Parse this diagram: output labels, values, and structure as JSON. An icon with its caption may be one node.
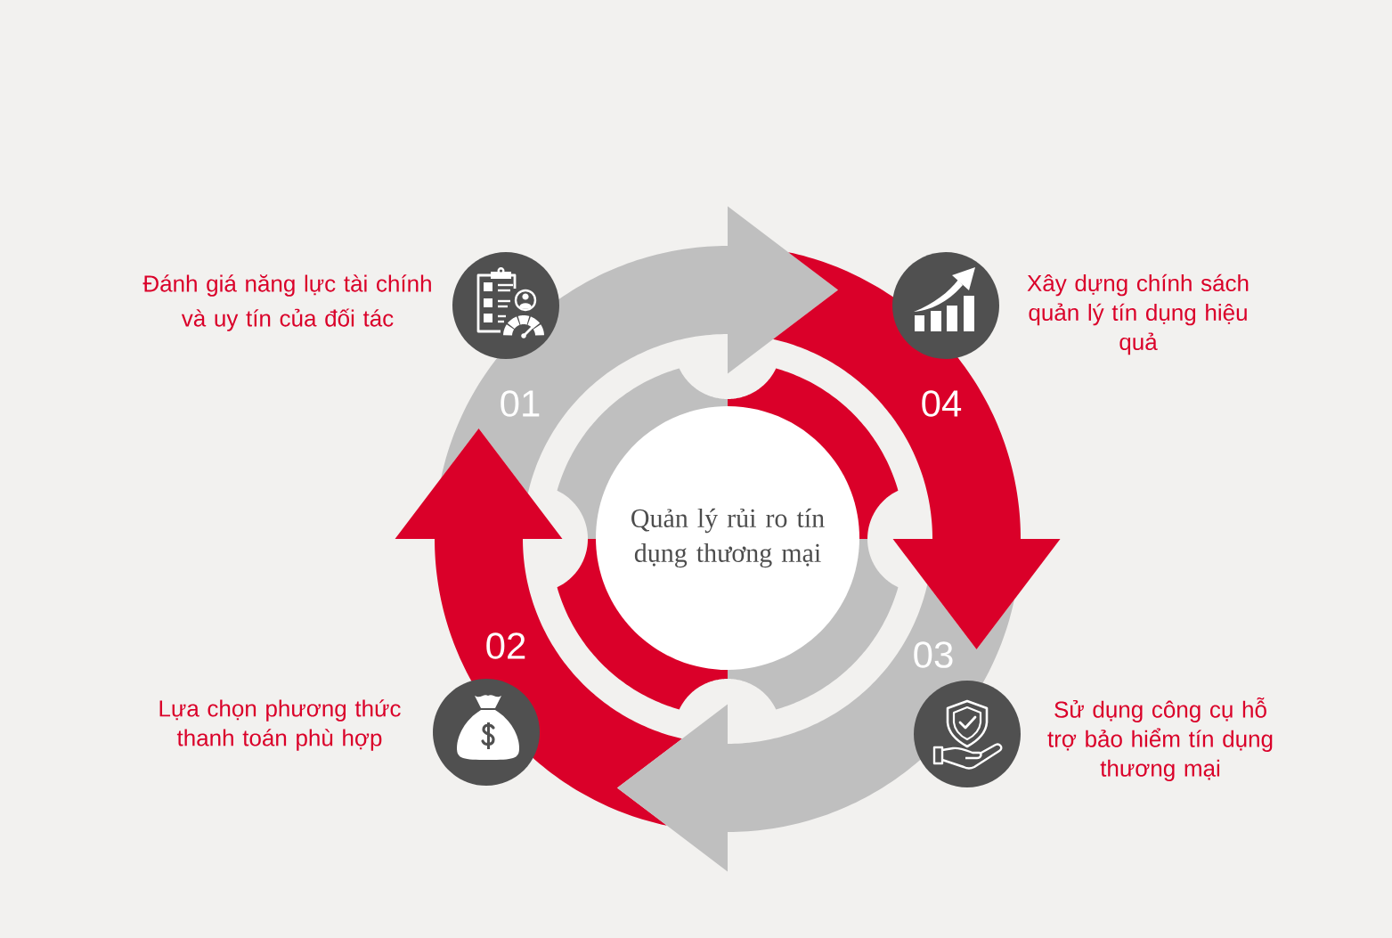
{
  "diagram": {
    "nodes": [
      {
        "text": [
          "Quản lý rủi ro tín dụng thương mại"
        ]
      },
      {
        "text": [
          "01"
        ]
      },
      {
        "text": [],
        "shape": "circle"
      },
      {
        "text": [
          "02"
        ]
      },
      {
        "text": [],
        "shape": "circle"
      },
      {
        "text": [
          "03"
        ]
      },
      {
        "text": [],
        "shape": "circle"
      },
      {
        "text": [
          "04"
        ]
      },
      {
        "text": [],
        "shape": "circle"
      }
    ],
    "labels": [
      "Đánh giá năng lực tài chính và uy tín của đối tác",
      "Xây dựng chính sách quản lý tín dụng hiệu quả",
      "Lựa chọn phương thức thanh toán phù hợp",
      "Sử dụng công cụ hỗ trợ bảo hiểm tín dụng thương mại"
    ]
  }
}
